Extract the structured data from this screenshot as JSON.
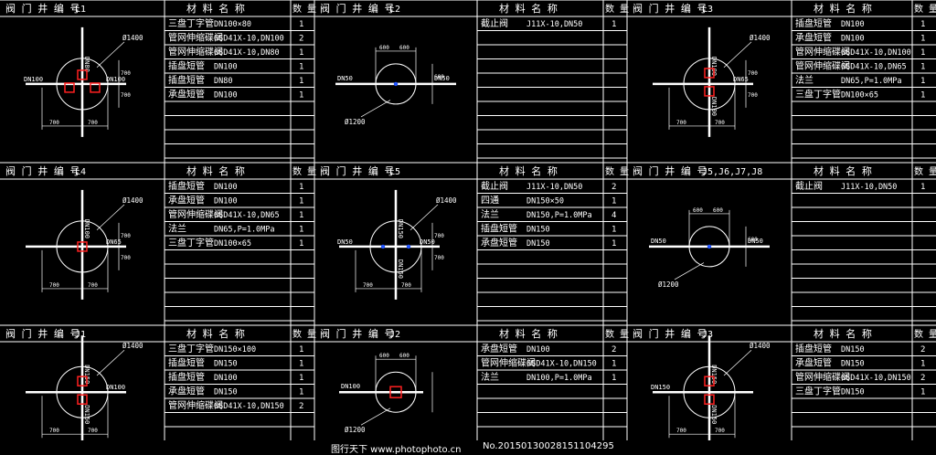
{
  "header": {
    "well_label": "阀 门 井 编 号",
    "material_label": "材 料 名 称",
    "qty_label": "数 量"
  },
  "panels": [
    {
      "code": "L1",
      "rows": [
        [
          "三盘丁字管",
          "DN100×80",
          "1"
        ],
        [
          "管网伸缩碟阀",
          "GSD41X-10,DN100",
          "2"
        ],
        [
          "管网伸缩碟阀",
          "GSD41X-10,DN80",
          "1"
        ],
        [
          "插盘短管",
          "DN100",
          "1"
        ],
        [
          "插盘短管",
          "DN80",
          "1"
        ],
        [
          "承盘短管",
          "DN100",
          "1"
        ]
      ]
    },
    {
      "code": "L2",
      "rows": [
        [
          "截止阀",
          "J11X-10,DN50",
          "1"
        ]
      ]
    },
    {
      "code": "L3",
      "rows": [
        [
          "插盘短管",
          "DN100",
          "1"
        ],
        [
          "承盘短管",
          "DN100",
          "1"
        ],
        [
          "管网伸缩碟阀",
          "GSD41X-10,DN100",
          "1"
        ],
        [
          "管网伸缩碟阀",
          "GSD41X-10,DN65",
          "1"
        ],
        [
          "法兰",
          "DN65,P=1.0MPa",
          "1"
        ],
        [
          "三盘丁字管",
          "DN100×65",
          "1"
        ]
      ]
    },
    {
      "code": "L4",
      "rows": [
        [
          "插盘短管",
          "DN100",
          "1"
        ],
        [
          "承盘短管",
          "DN100",
          "1"
        ],
        [
          "管网伸缩碟阀",
          "GSD41X-10,DN65",
          "1"
        ],
        [
          "法兰",
          "DN65,P=1.0MPa",
          "1"
        ],
        [
          "三盘丁字管",
          "DN100×65",
          "1"
        ]
      ]
    },
    {
      "code": "L5",
      "rows": [
        [
          "截止阀",
          "J11X-10,DN50",
          "2"
        ],
        [
          "四通",
          "DN150×50",
          "1"
        ],
        [
          "法兰",
          "DN150,P=1.0MPa",
          "4"
        ],
        [
          "插盘短管",
          "DN150",
          "1"
        ],
        [
          "承盘短管",
          "DN150",
          "1"
        ]
      ]
    },
    {
      "code": "J5,J6,J7,J8",
      "rows": [
        [
          "截止阀",
          "J11X-10,DN50",
          "1"
        ]
      ]
    },
    {
      "code": "J1",
      "rows": [
        [
          "三盘丁字管",
          "DN150×100",
          "1"
        ],
        [
          "插盘短管",
          "DN150",
          "1"
        ],
        [
          "插盘短管",
          "DN100",
          "1"
        ],
        [
          "承盘短管",
          "DN150",
          "1"
        ],
        [
          "管网伸缩碟阀",
          "GSD41X-10,DN150",
          "2"
        ]
      ]
    },
    {
      "code": "J2",
      "rows": [
        [
          "承盘短管",
          "DN100",
          "2"
        ],
        [
          "管网伸缩碟阀",
          "GSD41X-10,DN150",
          "1"
        ],
        [
          "法兰",
          "DN100,P=1.0MPa",
          "1"
        ]
      ]
    },
    {
      "code": "J3",
      "rows": [
        [
          "插盘短管",
          "DN150",
          "2"
        ],
        [
          "承盘短管",
          "DN150",
          "1"
        ],
        [
          "管网伸缩碟阀",
          "GSD41X-10,DN150",
          "2"
        ],
        [
          "三盘丁字管",
          "DN150",
          "1"
        ]
      ]
    }
  ],
  "diagrams": [
    {
      "type": "tee",
      "diameter": "Ø1400",
      "left": "DN100",
      "right": "DN100",
      "up": "DN80",
      "down": "",
      "dims": [
        "700",
        "700",
        "700",
        "700"
      ],
      "valves": 3
    },
    {
      "type": "line",
      "diameter": "Ø1200",
      "left": "DN50",
      "right": "DN50",
      "dims": [
        "600",
        "600",
        "600",
        "600"
      ]
    },
    {
      "type": "tee",
      "diameter": "Ø1400",
      "left": "",
      "right": "DN65",
      "up": "DN100",
      "down": "DN100",
      "dims": [
        "700",
        "700",
        "700",
        "700"
      ],
      "valves": 2
    },
    {
      "type": "tee",
      "diameter": "Ø1400",
      "left": "",
      "right": "DN65",
      "up": "DN100",
      "down": "",
      "dims": [
        "700",
        "700",
        "700",
        "700"
      ],
      "valves": 1
    },
    {
      "type": "cross",
      "diameter": "Ø1400",
      "left": "DN50",
      "right": "DN50",
      "up": "DN150",
      "down": "DN150",
      "dims": [
        "700",
        "700",
        "700",
        "700"
      ]
    },
    {
      "type": "line",
      "diameter": "Ø1200",
      "left": "DN50",
      "right": "DN50",
      "dims": [
        "600",
        "600",
        "600",
        "600"
      ]
    },
    {
      "type": "tee",
      "diameter": "Ø1400",
      "left": "",
      "right": "DN100",
      "up": "DN150",
      "down": "DN150",
      "dims": [
        "700",
        "700"
      ],
      "valves": 2
    },
    {
      "type": "line2",
      "diameter": "Ø1200",
      "left": "DN100",
      "right": "",
      "dims": [
        "600",
        "600"
      ]
    },
    {
      "type": "tee",
      "diameter": "Ø1400",
      "left": "DN150",
      "right": "",
      "up": "DN150",
      "down": "DN150",
      "dims": [
        "700",
        "700"
      ],
      "valves": 2
    }
  ],
  "watermark": {
    "site": "图行天下 www.photophoto.cn",
    "number": "No.20150130028151104295"
  }
}
